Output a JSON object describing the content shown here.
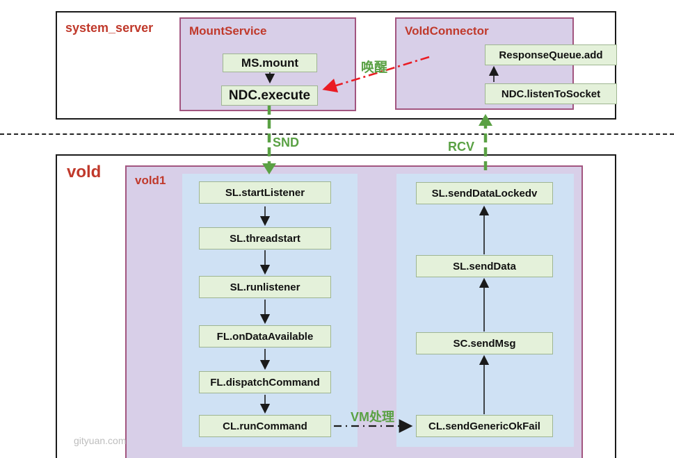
{
  "top_section": {
    "title": "system_server",
    "mount_service": {
      "title": "MountService",
      "nodes": [
        "MS.mount",
        "NDC.execute"
      ]
    },
    "vold_connector": {
      "title": "VoldConnector",
      "nodes": [
        "ResponseQueue.add",
        "NDC.listenToSocket"
      ]
    }
  },
  "bottom_section": {
    "title": "vold",
    "vold1": {
      "title": "vold1",
      "request_flow": [
        "SL.startListener",
        "SL.threadstart",
        "SL.runlistener",
        "FL.onDataAvailable",
        "FL.dispatchCommand",
        "CL.runCommand"
      ],
      "response_flow": [
        "SL.sendDataLockedv",
        "SL.sendData",
        "SC.sendMsg",
        "CL.sendGenericOkFail"
      ]
    }
  },
  "edge_labels": {
    "wake": "唤醒",
    "send": "SND",
    "receive": "RCV",
    "vm_process": "VM处理"
  },
  "watermark": "gityuan.com",
  "colors": {
    "heading_red": "#c0392b",
    "panel_fill": "#d8cfe8",
    "panel_border": "#a2557f",
    "node_fill": "#e4f1da",
    "node_border": "#9eb591",
    "column_fill": "#cfe1f4",
    "green_arrow": "#5aa144",
    "red_arrow": "#ea1c24"
  }
}
